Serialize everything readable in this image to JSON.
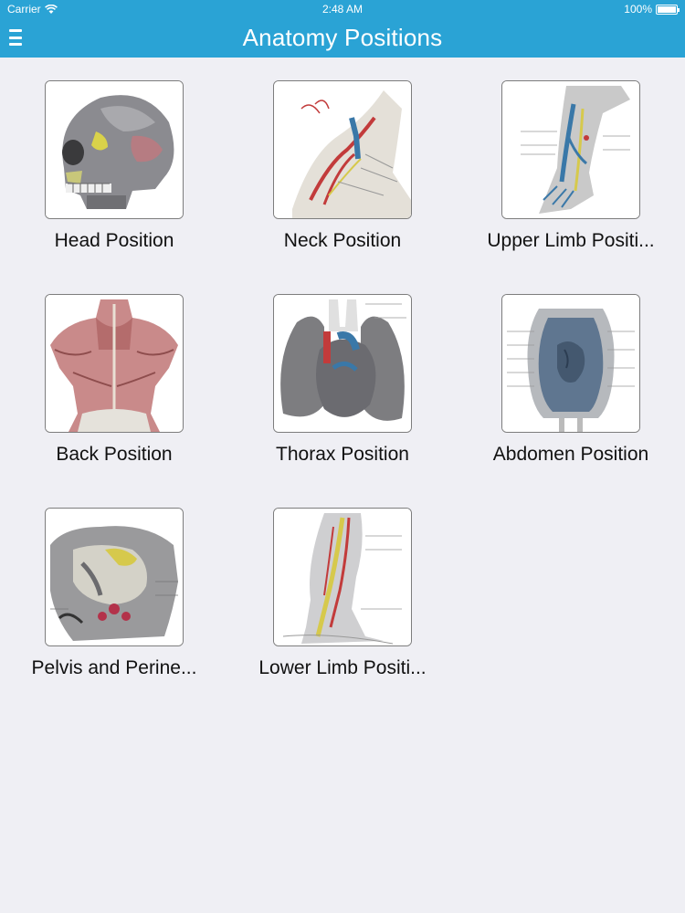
{
  "status_bar": {
    "carrier": "Carrier",
    "time": "2:48 AM",
    "battery": "100%",
    "battery_level": 1.0
  },
  "nav": {
    "title": "Anatomy Positions",
    "menu_icon": "hamburger-menu-icon"
  },
  "colors": {
    "accent": "#2aa3d5",
    "background": "#efeff4"
  },
  "items": [
    {
      "label": "Head Position"
    },
    {
      "label": "Neck Position"
    },
    {
      "label": "Upper Limb Positi..."
    },
    {
      "label": "Back Position"
    },
    {
      "label": "Thorax Position"
    },
    {
      "label": "Abdomen Position"
    },
    {
      "label": "Pelvis and Perine..."
    },
    {
      "label": "Lower Limb Positi..."
    }
  ]
}
